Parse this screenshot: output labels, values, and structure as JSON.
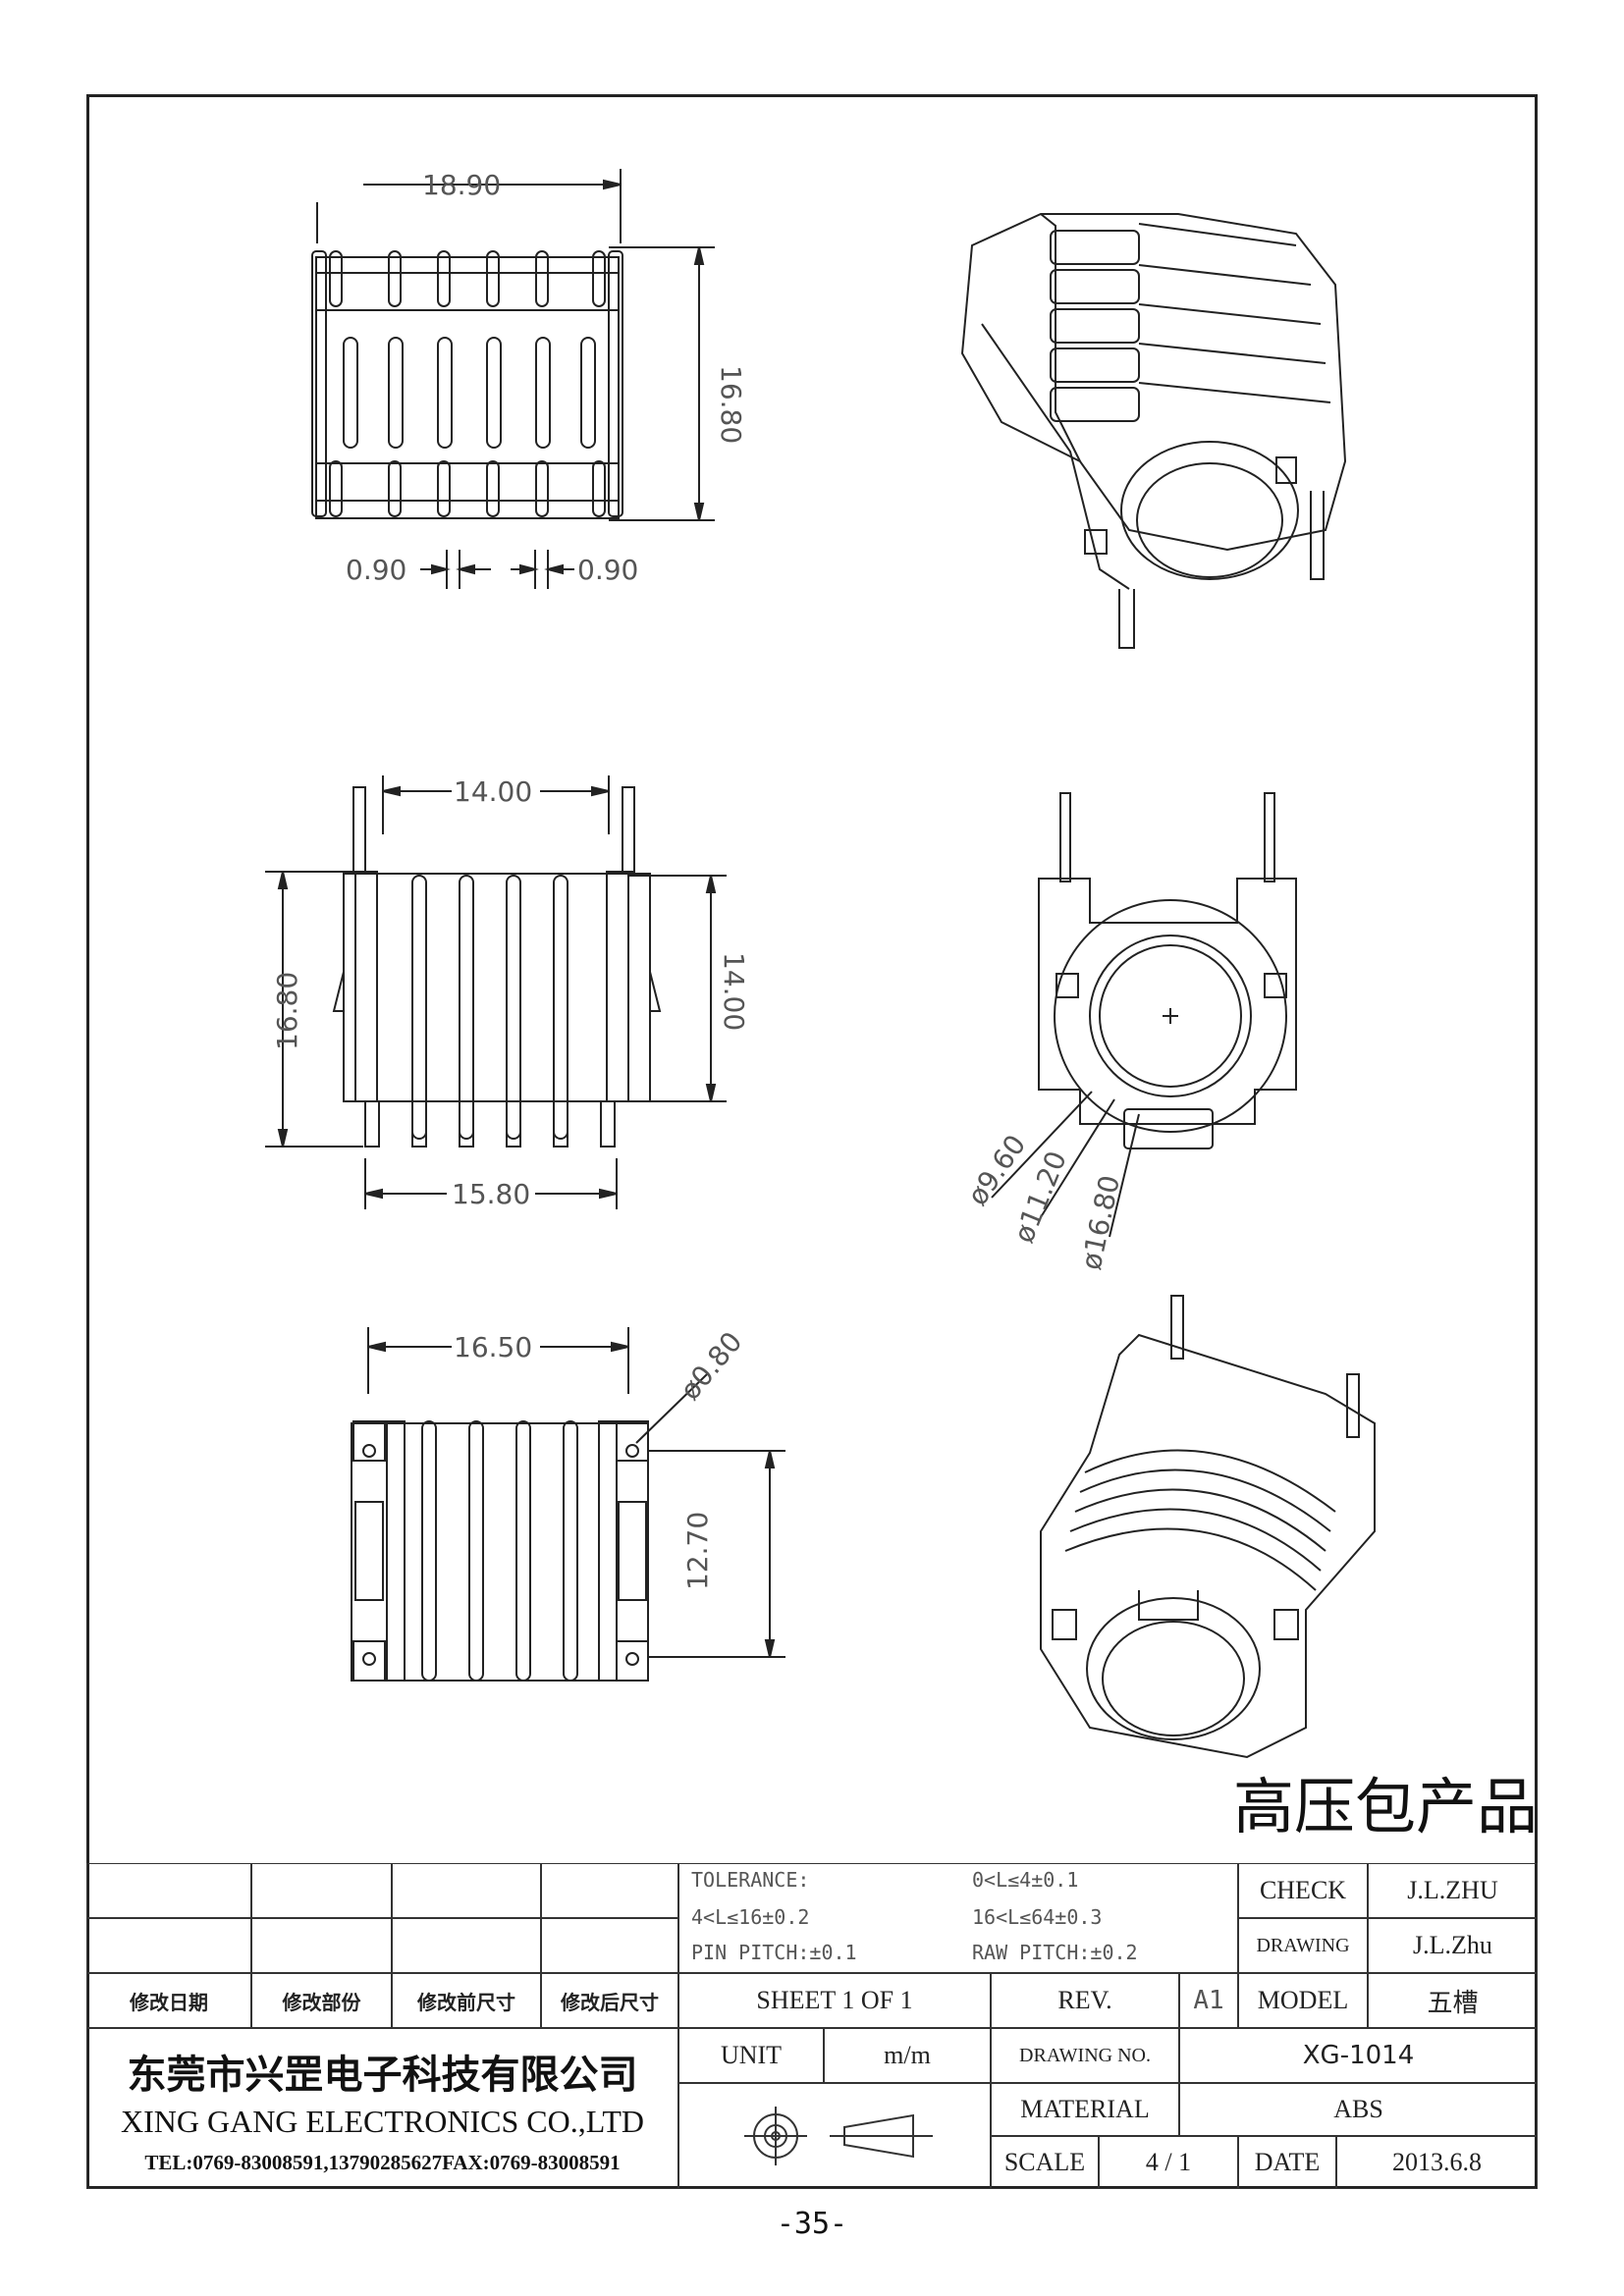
{
  "product_title": "高压包产品",
  "page_number": "-35-",
  "dimensions": {
    "top_width": "18.90",
    "top_height": "16.80",
    "top_pitch_left": "0.90",
    "top_pitch_right": "0.90",
    "mid_inner_width": "14.00",
    "mid_left_height": "16.80",
    "mid_right_height": "14.00",
    "mid_bottom_width": "15.80",
    "dia_inner": "ø9.60",
    "dia_mid": "ø11.20",
    "dia_outer": "ø16.80",
    "bot_width": "16.50",
    "bot_pin_dia": "ø0.80",
    "bot_pin_span": "12.70"
  },
  "title_block": {
    "rev_headers": [
      "修改日期",
      "修改部份",
      "修改前尺寸",
      "修改后尺寸"
    ],
    "tolerance_label": "TOLERANCE:",
    "tol_1": "0<L≤4±0.1",
    "tol_2": "4<L≤16±0.2",
    "tol_3": "16<L≤64±0.3",
    "pin_pitch": "PIN PITCH:±0.1",
    "raw_pitch": "RAW PITCH:±0.2",
    "check_label": "CHECK",
    "check_value": "J.L.ZHU",
    "drawing_label": "DRAWING",
    "drawing_value": "J.L.Zhu",
    "sheet": "SHEET 1 OF 1",
    "rev_label": "REV.",
    "rev_value": "A1",
    "model_label": "MODEL",
    "model_value": "五槽",
    "unit_label": "UNIT",
    "unit_value": "m/m",
    "drawing_no_label": "DRAWING NO.",
    "drawing_no_value": "XG-1014",
    "material_label": "MATERIAL",
    "material_value": "ABS",
    "scale_label": "SCALE",
    "scale_value": "4 / 1",
    "date_label": "DATE",
    "date_value": "2013.6.8",
    "company_cn": "东莞市兴罡电子科技有限公司",
    "company_en": "XING GANG ELECTRONICS CO.,LTD",
    "company_tel": "TEL:0769-83008591,13790285627FAX:0769-83008591"
  }
}
